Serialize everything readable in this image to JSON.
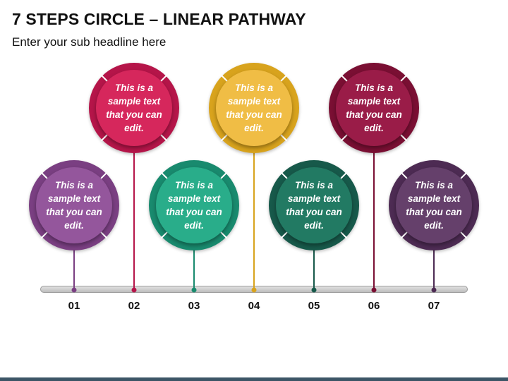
{
  "title": "7 STEPS CIRCLE – LINEAR PATHWAY",
  "subtitle": "Enter your sub headline here",
  "steps": [
    {
      "label": "01",
      "text": "This is a sample text that you can edit.",
      "ring": "#7a3f82",
      "fill": "#94569c"
    },
    {
      "label": "02",
      "text": "This is a sample text that you can edit.",
      "ring": "#b51549",
      "fill": "#d6275c"
    },
    {
      "label": "03",
      "text": "This is a sample text that you can edit.",
      "ring": "#198a6e",
      "fill": "#29ad8a"
    },
    {
      "label": "04",
      "text": "This is a sample text that you can edit.",
      "ring": "#d8a31d",
      "fill": "#f0bd45"
    },
    {
      "label": "05",
      "text": "This is a sample text that you can edit.",
      "ring": "#17594a",
      "fill": "#227a63"
    },
    {
      "label": "06",
      "text": "This is a sample text that you can edit.",
      "ring": "#7a0f33",
      "fill": "#9a1c48"
    },
    {
      "label": "07",
      "text": "This is a sample text that you can edit.",
      "ring": "#4d2b53",
      "fill": "#65406b"
    }
  ]
}
